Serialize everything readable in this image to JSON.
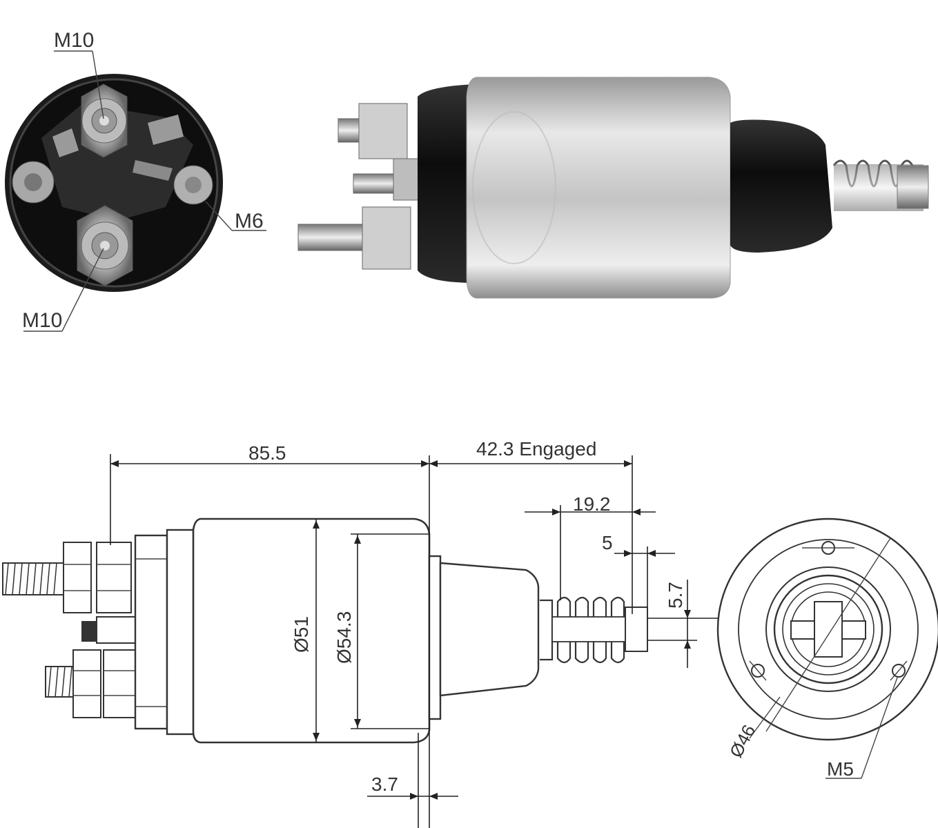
{
  "labels": {
    "top_terminal": "M10",
    "side_terminal": "M6",
    "bottom_terminal": "M10",
    "overall_length": "85.5",
    "engaged": "42.3 Engaged",
    "plunger_length": "19.2",
    "plunger_tip": "5",
    "plunger_dia": "5.7",
    "body_dia": "Ø51",
    "flange_dia": "Ø54.3",
    "flange_thickness": "3.7",
    "mount_dia": "Ø46",
    "mount_screw": "M5"
  },
  "colors": {
    "line": "#333333",
    "housing_dark": "#1a1a1a",
    "housing_silver": "#c8c8c8"
  }
}
